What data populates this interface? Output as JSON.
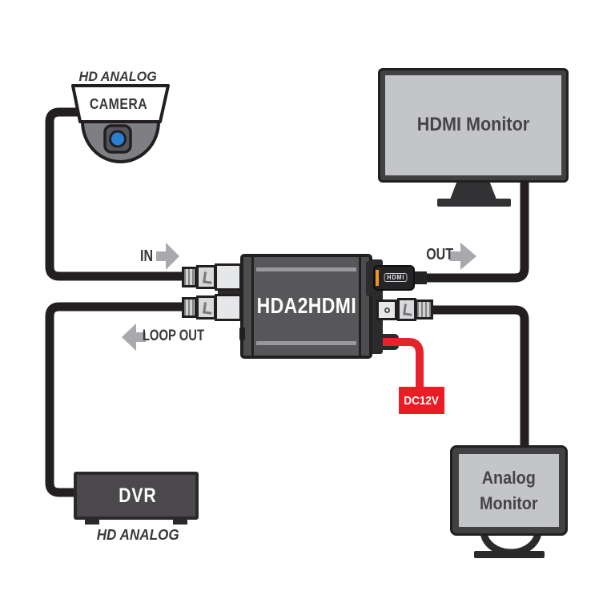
{
  "camera": {
    "tag": "HD ANALOG",
    "label": "CAMERA"
  },
  "hdmi_monitor": {
    "label": "HDMI Monitor"
  },
  "analog_monitor": {
    "line1": "Analog",
    "line2": "Monitor"
  },
  "dvr": {
    "label": "DVR",
    "tag": "HD ANALOG"
  },
  "converter": {
    "model": "HDA2HDMI",
    "hdmi_plug_label": "HDMI"
  },
  "labels": {
    "in": "IN",
    "out": "OUT",
    "loop_out": "LOOP OUT",
    "power": "DC12V"
  },
  "colors": {
    "background": "#ffffff",
    "cable": "#231f20",
    "power_cable": "#e8222a",
    "power_label_bg": "#ed1c24",
    "arrow": "#a7a9ac",
    "text_dark": "#39383a",
    "converter_body": "#57575a",
    "converter_stripe": "#97999c",
    "monitor_bezel": "#414042",
    "monitor_screen": "#c4c5c7",
    "dvr_body": "#4b494b",
    "camera_dome": "#7d7f83",
    "lens_blue": "#2a7fd4",
    "hdmi_accent": "#f0931f"
  }
}
